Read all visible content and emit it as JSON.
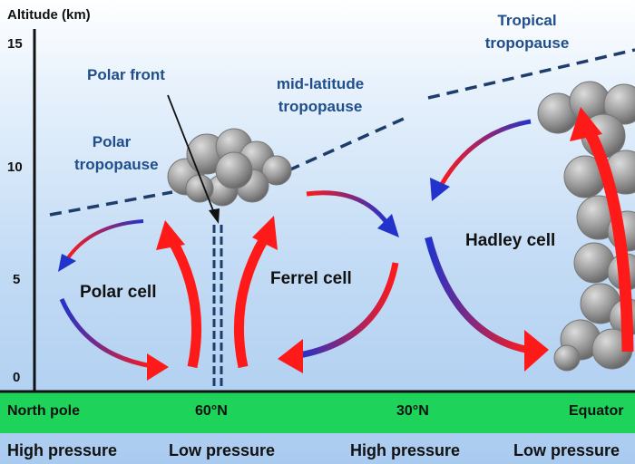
{
  "axis": {
    "title": "Altitude (km)",
    "ticks": [
      "15",
      "10",
      "5",
      "0"
    ]
  },
  "tropopause_labels": {
    "polar": [
      "Polar",
      "tropopause"
    ],
    "mid_latitude": [
      "mid-latitude",
      "tropopause"
    ],
    "tropical": [
      "Tropical",
      "tropopause"
    ]
  },
  "polar_front": "Polar front",
  "cells": {
    "polar": "Polar cell",
    "ferrel": "Ferrel cell",
    "hadley": "Hadley cell"
  },
  "latitudes": [
    "North pole",
    "60°N",
    "30°N",
    "Equator"
  ],
  "pressures": [
    "High pressure",
    "Low pressure",
    "High pressure",
    "Low pressure"
  ],
  "colors": {
    "ground": "#1ed35a",
    "label_blue": "#1f4e8c",
    "warm_arrow": "#ff1a1a",
    "cold_arrow": "#2233cc",
    "tropopause_line": "#1e3d6b"
  }
}
